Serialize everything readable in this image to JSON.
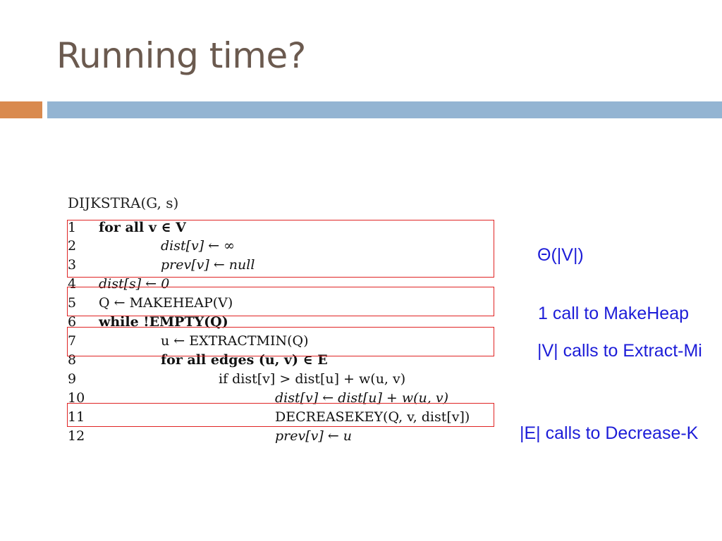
{
  "slide": {
    "title": "Running time?"
  },
  "algorithm": {
    "name": "DIJKSTRA(G, s)",
    "lines": [
      {
        "num": "1",
        "text": "for all v ∈ V"
      },
      {
        "num": "2",
        "text": "dist[v] ← ∞"
      },
      {
        "num": "3",
        "text": "prev[v] ← null"
      },
      {
        "num": "4",
        "text": "dist[s] ← 0"
      },
      {
        "num": "5",
        "text": "Q ← MAKEHEAP(V)"
      },
      {
        "num": "6",
        "text": "while !EMPTY(Q)"
      },
      {
        "num": "7",
        "text": "u ← EXTRACTMIN(Q)"
      },
      {
        "num": "8",
        "text": "for all edges (u, v) ∈ E"
      },
      {
        "num": "9",
        "text": "if dist[v] > dist[u] + w(u, v)"
      },
      {
        "num": "10",
        "text": "dist[v] ← dist[u] + w(u, v)"
      },
      {
        "num": "11",
        "text": "DECREASEKEY(Q, v, dist[v])"
      },
      {
        "num": "12",
        "text": "prev[v] ← u"
      }
    ]
  },
  "annotations": {
    "init": "Θ(|V|)",
    "makeheap": "1 call to MakeHeap",
    "extractmin": "|V| calls to Extract-Mi",
    "decreasekey": "|E| calls to Decrease-K"
  },
  "colors": {
    "title": "#6b5a4f",
    "orange_bar": "#d98a4f",
    "blue_bar": "#93b4d2",
    "highlight_box": "#e02424",
    "annotation": "#1d1dd8"
  }
}
